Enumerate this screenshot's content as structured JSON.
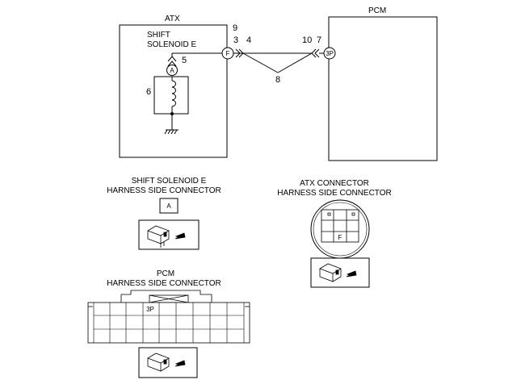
{
  "atx_box": {
    "label": "ATX"
  },
  "pcm_box": {
    "label": "PCM"
  },
  "solenoid": {
    "line1": "SHIFT",
    "line2": "SOLENOID E"
  },
  "connector_markers": {
    "atx": "F",
    "pcm": "3P",
    "solenoid": "A"
  },
  "callouts": {
    "n9": "9",
    "n3": "3",
    "n4": "4",
    "n10": "10",
    "n7": "7",
    "n5": "5",
    "n6": "6",
    "n8": "8"
  },
  "solenoid_connector": {
    "title1": "SHIFT SOLENOID E",
    "title2": "HARNESS SIDE CONNECTOR",
    "terminal": "A"
  },
  "atx_connector": {
    "title1": "ATX CONNECTOR",
    "title2": "HARNESS SIDE CONNECTOR",
    "terminal": "F"
  },
  "pcm_connector": {
    "title1": "PCM",
    "title2": "HARNESS SIDE CONNECTOR",
    "terminal": "3P"
  }
}
